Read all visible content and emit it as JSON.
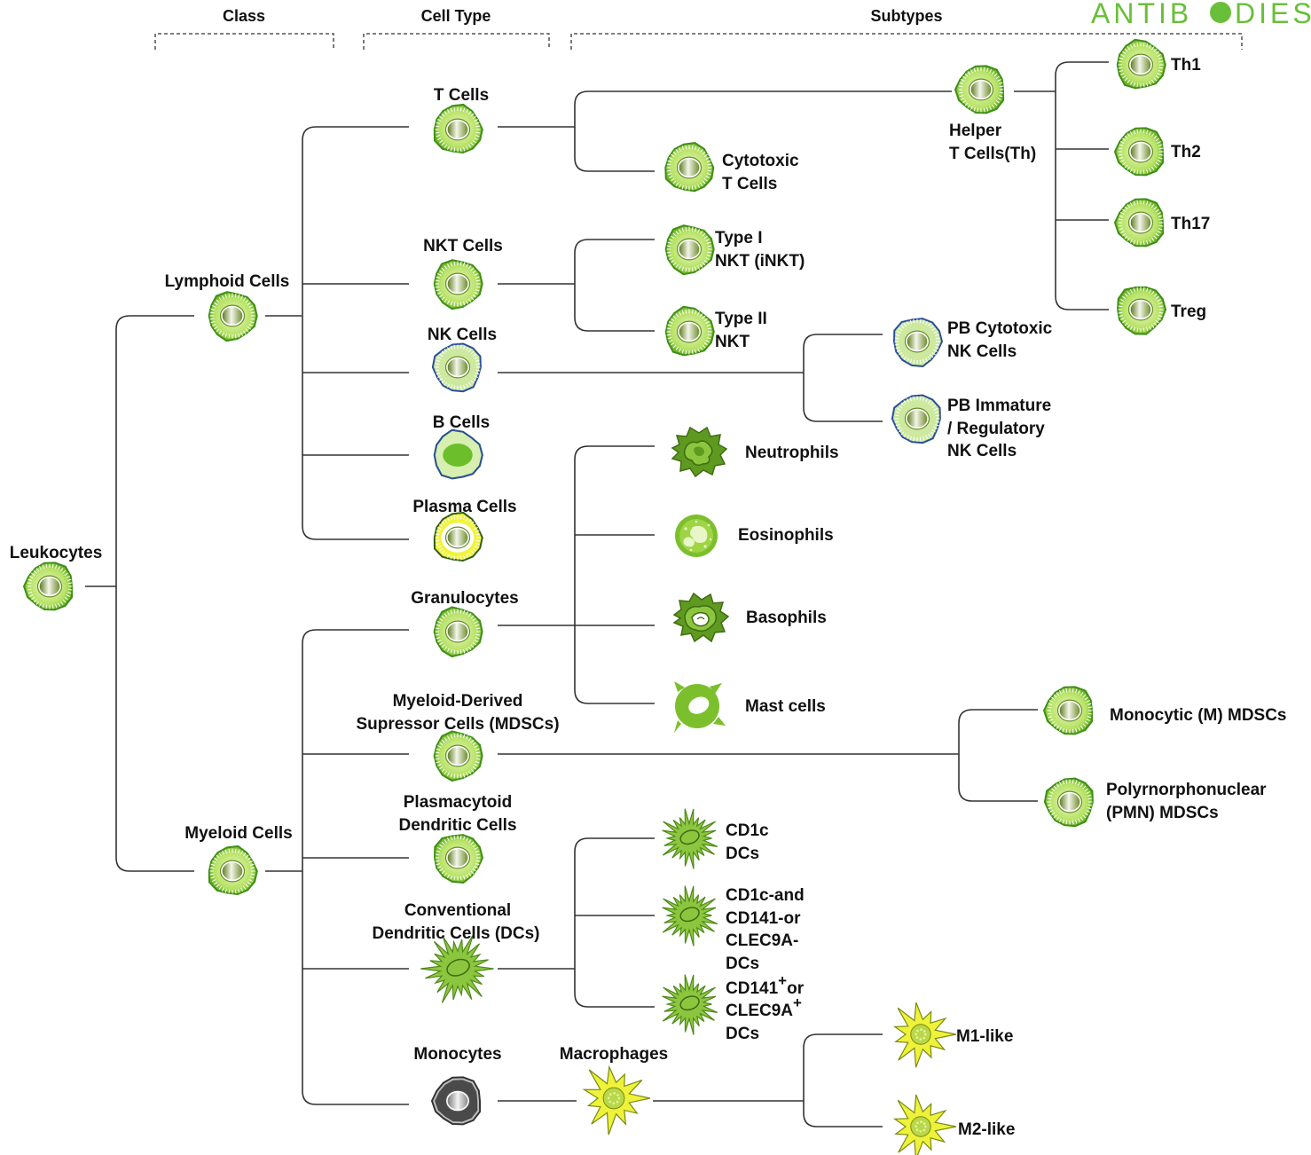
{
  "headers": {
    "class": "Class",
    "cell_type": "Cell Type",
    "subtypes": "Subtypes"
  },
  "brand": {
    "text_before": "ANTIB",
    "text_after": "DIES",
    "color": "#6abf3a",
    "icon": "circle-o-icon"
  },
  "colors": {
    "cell_light": "#c9ec7c",
    "cell_mid": "#8cc83c",
    "cell_dark": "#3e8f14",
    "nucleus_dark": "#6a8a2e",
    "nucleus_light": "#f2f4e6",
    "spiky_fill": "#8cc63f",
    "spiky_fill_dark": "#5f9a20",
    "yellow_fill": "#eef23a",
    "mono_grey": "#4a4a4a"
  },
  "nodes": {
    "leukocytes": "Leukocytes",
    "lymphoid": "Lymphoid Cells",
    "myeloid": "Myeloid Cells",
    "t_cells": "T Cells",
    "nkt_cells": "NKT Cells",
    "nk_cells": "NK Cells",
    "b_cells": "B Cells",
    "plasma_cells": "Plasma Cells",
    "granulocytes": "Granulocytes",
    "mdsc": [
      "Myeloid-Derived",
      "Supressor Cells (MDSCs)"
    ],
    "pdc": [
      "Plasmacytoid",
      "Dendritic Cells"
    ],
    "cdc": [
      "Conventional",
      "Dendritic Cells (DCs)"
    ],
    "monocytes": "Monocytes",
    "macrophages": "Macrophages",
    "helper_t": [
      "Helper",
      "T Cells(Th)"
    ],
    "cytotoxic_t": [
      "Cytotoxic",
      "T Cells"
    ],
    "th1": "Th1",
    "th2": "Th2",
    "th17": "Th17",
    "treg": "Treg",
    "type1_nkt": [
      "Type I",
      "NKT (iNKT)"
    ],
    "type2_nkt": [
      "Type II",
      "NKT"
    ],
    "pb_cytotoxic_nk": [
      "PB Cytotoxic",
      "NK Cells"
    ],
    "pb_immature_nk": [
      "PB Immature",
      "/ Regulatory",
      "NK Cells"
    ],
    "neutrophils": "Neutrophils",
    "eosinophils": "Eosinophils",
    "basophils": "Basophils",
    "mast_cells": "Mast cells",
    "m_mdsc": "Monocytic (M) MDSCs",
    "pmn_mdsc": [
      "Polyrnorphonuclear",
      "(PMN) MDSCs"
    ],
    "cd1c_dcs": [
      "CD1c",
      "DCs"
    ],
    "cd1c_neg_dcs": [
      "CD1c-and",
      "CD141-or",
      "CLEC9A-",
      "DCs"
    ],
    "cd141_pos_l1": "CD141",
    "cd141_pos_sup1": "+",
    "cd141_pos_or": "or",
    "cd141_pos_l2": "CLEC9A",
    "cd141_pos_sup2": "+",
    "cd141_pos_l3": "DCs",
    "m1_like": "M1-like",
    "m2_like": "M2-like"
  }
}
